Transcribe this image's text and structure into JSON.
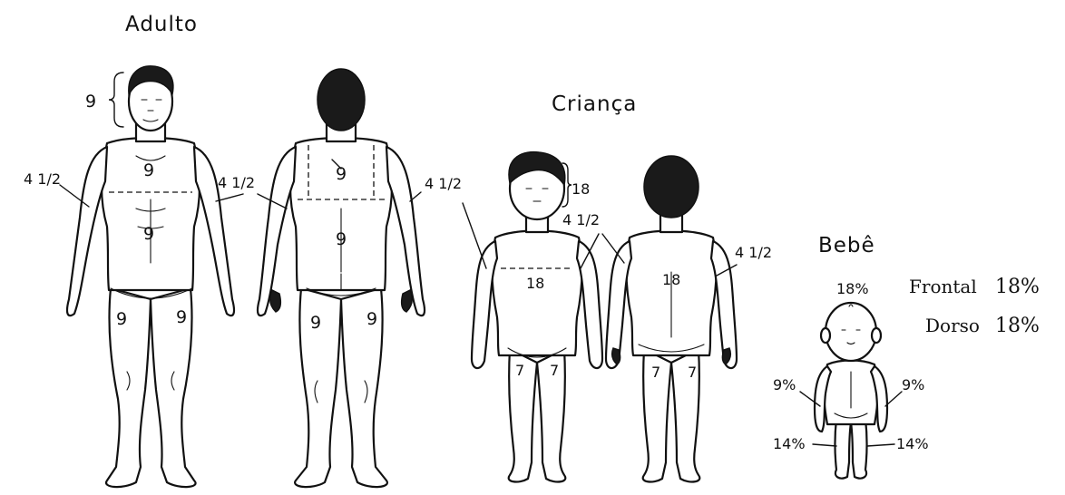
{
  "groups": {
    "adult": {
      "title": "Adulto",
      "front": {
        "head": "9",
        "trunk_upper": "9",
        "trunk_lower": "9",
        "arm_left": "4 1/2",
        "arm_right": "4 1/2",
        "leg_left": "9",
        "leg_right": "9"
      },
      "back": {
        "trunk_upper": "9",
        "trunk_lower": "9",
        "arm_right": "4 1/2",
        "leg_left": "9",
        "leg_right": "9"
      }
    },
    "child": {
      "title": "Criança",
      "front": {
        "head": "18",
        "arms": "4 1/2",
        "trunk": "18",
        "leg_left": "7",
        "leg_right": "7"
      },
      "back": {
        "arm_right": "4 1/2",
        "trunk": "18",
        "leg_left": "7",
        "leg_right": "7"
      }
    },
    "baby": {
      "title": "Bebê",
      "head": "18%",
      "arm_left": "9%",
      "arm_right": "9%",
      "leg_left": "14%",
      "leg_right": "14%",
      "frontal_label": "Frontal",
      "frontal_value": "18%",
      "dorso_label": "Dorso",
      "dorso_value": "18%"
    }
  }
}
